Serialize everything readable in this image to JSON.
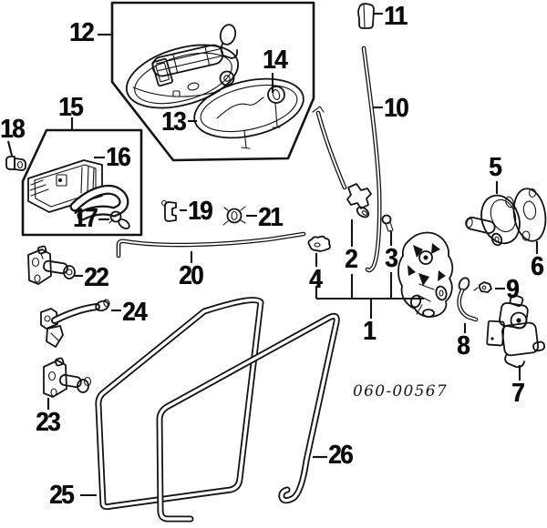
{
  "diagram": {
    "code": "060-00567",
    "callouts": [
      "1",
      "2",
      "3",
      "4",
      "5",
      "6",
      "7",
      "8",
      "9",
      "10",
      "11",
      "12",
      "13",
      "14",
      "15",
      "16",
      "17",
      "18",
      "19",
      "20",
      "21",
      "22",
      "23",
      "24",
      "25",
      "26"
    ]
  }
}
